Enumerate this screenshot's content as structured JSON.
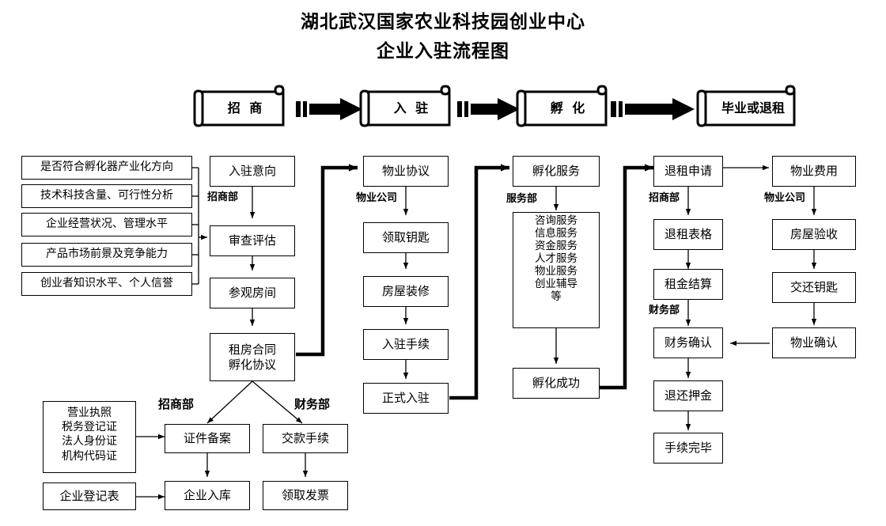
{
  "title": {
    "line1": "湖北武汉国家农业科技园创业中心",
    "line2": "企业入驻流程图"
  },
  "stages": [
    {
      "label": "招  商"
    },
    {
      "label": "入  驻"
    },
    {
      "label": "孵  化"
    },
    {
      "label": "毕业或退租"
    }
  ],
  "criteria": [
    {
      "label": "是否符合孵化器产业化方向"
    },
    {
      "label": "技术科技含量、可行性分析"
    },
    {
      "label": "企业经营状况、管理水平"
    },
    {
      "label": "产品市场前景及竞争能力"
    },
    {
      "label": "创业者知识水平、个人信誉"
    }
  ],
  "col_recruit": {
    "dept": "招商部",
    "steps": [
      {
        "label": "入驻意向"
      },
      {
        "label": "审查评估"
      },
      {
        "label": "参观房间"
      },
      {
        "label": "租房合同\n孵化协议"
      }
    ]
  },
  "col_movein": {
    "dept": "物业公司",
    "steps": [
      {
        "label": "物业协议"
      },
      {
        "label": "领取钥匙"
      },
      {
        "label": "房屋装修"
      },
      {
        "label": "入驻手续"
      },
      {
        "label": "正式入驻"
      }
    ]
  },
  "col_incubate": {
    "dept": "服务部",
    "steps": [
      {
        "label": "孵化服务"
      },
      {
        "label": "咨询服务\n信息服务\n资金服务\n人才服务\n物业服务\n创业辅导\n等"
      },
      {
        "label": "孵化成功"
      }
    ]
  },
  "col_exit": {
    "dept1": "招商部",
    "dept2": "财务部",
    "steps": [
      {
        "label": "退租申请"
      },
      {
        "label": "退租表格"
      },
      {
        "label": "租金结算"
      },
      {
        "label": "财务确认"
      },
      {
        "label": "退还押金"
      },
      {
        "label": "手续完毕"
      }
    ]
  },
  "col_property": {
    "dept": "物业公司",
    "steps": [
      {
        "label": "物业费用"
      },
      {
        "label": "房屋验收"
      },
      {
        "label": "交还钥匙"
      },
      {
        "label": "物业确认"
      }
    ]
  },
  "bottom": {
    "dept_left": "招商部",
    "dept_right": "财务部",
    "docs": {
      "label": "营业执照\n税务登记证\n法人身份证\n机构代码证"
    },
    "form": {
      "label": "企业登记表"
    },
    "filing": {
      "label": "证件备案"
    },
    "warehouse": {
      "label": "企业入库"
    },
    "payment": {
      "label": "交款手续"
    },
    "invoice": {
      "label": "领取发票"
    }
  },
  "colors": {
    "line": "#000000",
    "background": "#ffffff"
  }
}
